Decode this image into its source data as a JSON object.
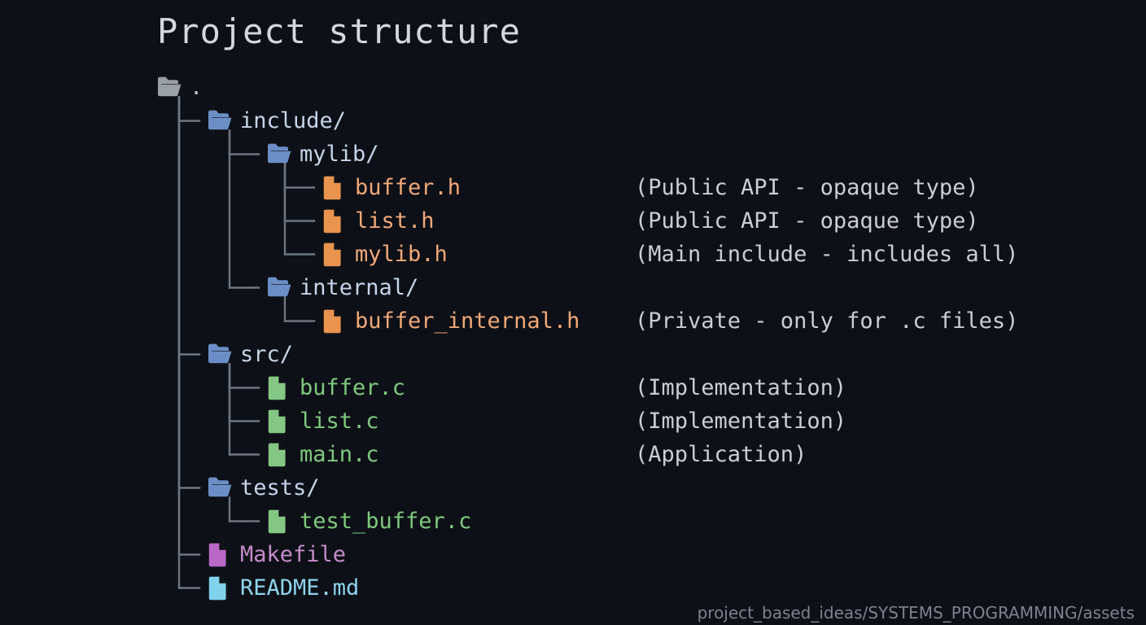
{
  "title": "Project structure",
  "watermark": "project_based_ideas/SYSTEMS_PROGRAMMING/assets",
  "colors": {
    "background": "#0d1117",
    "title": "#d3d8de",
    "tree_line": "#6e7681",
    "folder_root_icon": "#9aa0a6",
    "folder_root_text": "#b9bfc7",
    "folder_icon": "#6b8ec6",
    "folder_text": "#c6d3e8",
    "header_icon": "#e8944e",
    "header_text": "#f0a878",
    "source_icon": "#84c784",
    "source_text": "#7fc97f",
    "makefile_icon": "#b968c7",
    "makefile_text": "#c58bc8",
    "readme_icon": "#7fd2ec",
    "readme_text": "#8fd3ec",
    "annotation_text": "#c9ced6",
    "watermark_text": "#7d828c"
  },
  "tree": {
    "nodes": [
      {
        "id": "root",
        "label": ".",
        "kind": "folder-root",
        "depth": 0,
        "annotation": ""
      },
      {
        "id": "include",
        "label": "include/",
        "kind": "folder",
        "depth": 1,
        "annotation": ""
      },
      {
        "id": "mylib",
        "label": "mylib/",
        "kind": "folder",
        "depth": 2,
        "annotation": ""
      },
      {
        "id": "buffer-h",
        "label": "buffer.h",
        "kind": "header",
        "depth": 3,
        "annotation": "(Public API - opaque type)"
      },
      {
        "id": "list-h",
        "label": "list.h",
        "kind": "header",
        "depth": 3,
        "annotation": "(Public API - opaque type)"
      },
      {
        "id": "mylib-h",
        "label": "mylib.h",
        "kind": "header",
        "depth": 3,
        "annotation": "(Main include - includes all)"
      },
      {
        "id": "internal",
        "label": "internal/",
        "kind": "folder",
        "depth": 2,
        "annotation": ""
      },
      {
        "id": "buffer-internal-h",
        "label": "buffer_internal.h",
        "kind": "header",
        "depth": 3,
        "annotation": "(Private - only for .c files)"
      },
      {
        "id": "src",
        "label": "src/",
        "kind": "folder",
        "depth": 1,
        "annotation": ""
      },
      {
        "id": "buffer-c",
        "label": "buffer.c",
        "kind": "source",
        "depth": 2,
        "annotation": "(Implementation)"
      },
      {
        "id": "list-c",
        "label": "list.c",
        "kind": "source",
        "depth": 2,
        "annotation": "(Implementation)"
      },
      {
        "id": "main-c",
        "label": "main.c",
        "kind": "source",
        "depth": 2,
        "annotation": "(Application)"
      },
      {
        "id": "tests",
        "label": "tests/",
        "kind": "folder",
        "depth": 1,
        "annotation": ""
      },
      {
        "id": "test-buffer-c",
        "label": "test_buffer.c",
        "kind": "source",
        "depth": 2,
        "annotation": ""
      },
      {
        "id": "makefile",
        "label": "Makefile",
        "kind": "makefile",
        "depth": 1,
        "annotation": ""
      },
      {
        "id": "readme",
        "label": "README.md",
        "kind": "readme",
        "depth": 1,
        "annotation": ""
      }
    ]
  }
}
